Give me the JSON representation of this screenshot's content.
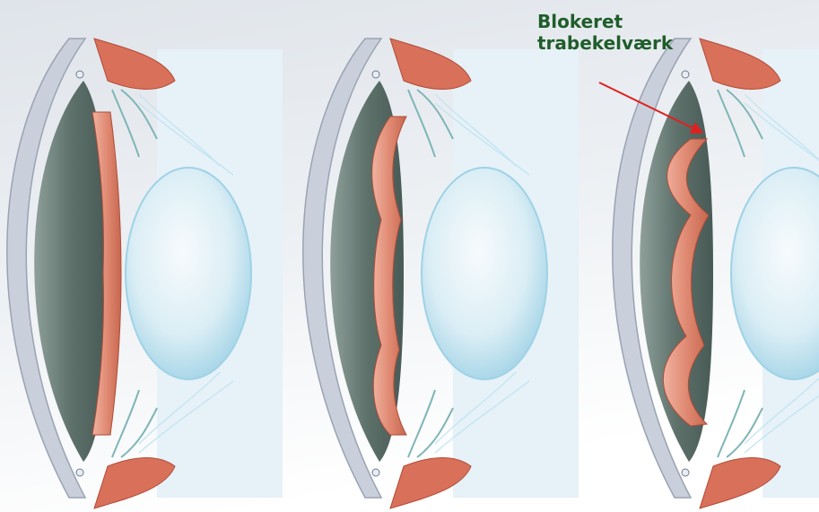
{
  "annotation": {
    "line1": "Blokeret",
    "line2": "trabekelværk",
    "text_color": "#1f5d2a",
    "arrow_color": "#e02020"
  },
  "colors": {
    "background_top": "#dfe4ea",
    "background_bottom": "#ffffff",
    "sclera": "#c9d0dc",
    "anterior_chamber": "#6b7d77",
    "iris": "#e39a84",
    "iris_dark": "#c8674f",
    "muscle": "#d9705a",
    "lens": "#dceff6",
    "lens_edge": "#9fd2e6",
    "zonules": "#bfe4f2",
    "drainage_veins": "#7fb5b7"
  },
  "panels": [
    {
      "state": "open-angle",
      "icon": "eye-cross-section-open-angle"
    },
    {
      "state": "narrowing-angle",
      "icon": "eye-cross-section-narrowing-angle"
    },
    {
      "state": "closed-angle",
      "icon": "eye-cross-section-blocked-trabecular-meshwork"
    }
  ]
}
